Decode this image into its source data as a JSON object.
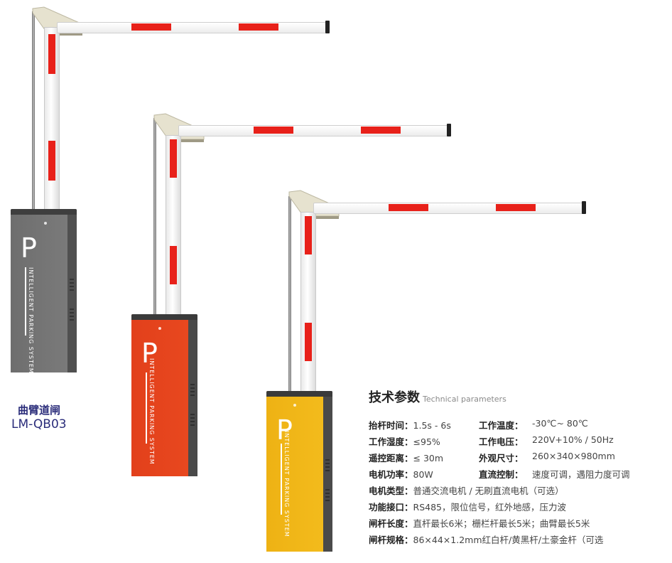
{
  "product": {
    "name_cn": "曲臂道闸",
    "model": "LM-QB03",
    "cabinet_letter": "P",
    "cabinet_text": "INTELLIGENT PARKING SYSTEM"
  },
  "colors": {
    "cabinet_gray": "#6a6a6a",
    "cabinet_red": "#e0401c",
    "cabinet_yellow": "#f0b615",
    "stripe_red": "#e8211a",
    "label_blue": "#2a2c7a"
  },
  "specs": {
    "title_cn": "技术参数",
    "title_en": "Technical parameters",
    "rows": [
      {
        "k1": "抬杆时间：",
        "v1": "1.5s - 6s",
        "k2": "工作温度：",
        "v2": "-30℃~ 80℃"
      },
      {
        "k1": "工作湿度：",
        "v1": "≤95%",
        "k2": "工作电压：",
        "v2": "220V+10% / 50Hz"
      },
      {
        "k1": "遥控距离：",
        "v1": "≤ 30m",
        "k2": "外观尺寸：",
        "v2": "260×340×980mm"
      },
      {
        "k1": "电机功率：",
        "v1": "80W",
        "k2": "直流控制：",
        "v2": "速度可调，遇阻力度可调"
      },
      {
        "k1": "电机类型：",
        "v1": "普通交流电机 / 无刷直流电机（可选）",
        "k2": "",
        "v2": ""
      },
      {
        "k1": "功能接口：",
        "v1": "RS485，限位信号，红外地感，压力波",
        "k2": "",
        "v2": ""
      },
      {
        "k1": "闸杆长度：",
        "v1": "直杆最长6米；栅栏杆最长5米；曲臂最长5米",
        "k2": "",
        "v2": ""
      },
      {
        "k1": "闸杆规格：",
        "v1": "86×44×1.2mm红白杆/黄黑杆/土豪金杆（可选",
        "k2": "",
        "v2": ""
      }
    ]
  }
}
